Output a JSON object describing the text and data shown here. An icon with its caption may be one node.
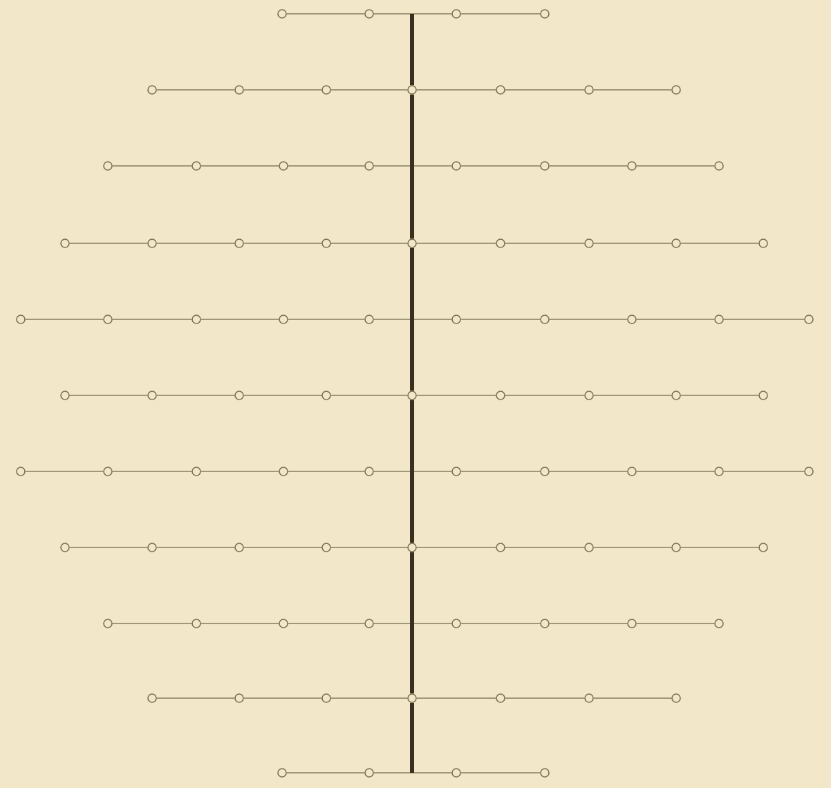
{
  "diagram": {
    "nodes": [
      {
        "text": [],
        "shape": "circle"
      },
      {
        "text": [],
        "shape": "circle"
      },
      {
        "text": [],
        "shape": "circle"
      },
      {
        "text": [],
        "shape": "circle"
      },
      {
        "text": [],
        "shape": "circle"
      },
      {
        "text": [],
        "shape": "circle"
      },
      {
        "text": [],
        "shape": "circle"
      },
      {
        "text": [],
        "shape": "circle"
      },
      {
        "text": [],
        "shape": "circle"
      },
      {
        "text": [],
        "shape": "circle"
      },
      {
        "text": [],
        "shape": "circle"
      },
      {
        "text": [],
        "shape": "circle"
      },
      {
        "text": [],
        "shape": "circle"
      },
      {
        "text": [],
        "shape": "circle"
      },
      {
        "text": [],
        "shape": "circle"
      },
      {
        "text": [],
        "shape": "circle"
      },
      {
        "text": [],
        "shape": "circle"
      },
      {
        "text": [],
        "shape": "circle"
      },
      {
        "text": [],
        "shape": "circle"
      },
      {
        "text": [],
        "shape": "circle"
      },
      {
        "text": [],
        "shape": "circle"
      },
      {
        "text": [],
        "shape": "circle"
      },
      {
        "text": [],
        "shape": "circle"
      },
      {
        "text": [],
        "shape": "circle"
      },
      {
        "text": [],
        "shape": "circle"
      },
      {
        "text": [],
        "shape": "circle"
      },
      {
        "text": [],
        "shape": "circle"
      },
      {
        "text": [],
        "shape": "circle"
      },
      {
        "text": [],
        "shape": "circle"
      },
      {
        "text": [],
        "shape": "circle"
      },
      {
        "text": [],
        "shape": "circle"
      },
      {
        "text": [],
        "shape": "circle"
      },
      {
        "text": [],
        "shape": "circle"
      },
      {
        "text": [],
        "shape": "circle"
      },
      {
        "text": [],
        "shape": "circle"
      },
      {
        "text": [],
        "shape": "circle"
      },
      {
        "text": [],
        "shape": "circle"
      },
      {
        "text": [],
        "shape": "circle"
      },
      {
        "text": [],
        "shape": "circle"
      },
      {
        "text": [],
        "shape": "circle"
      },
      {
        "text": [],
        "shape": "circle"
      },
      {
        "text": [],
        "shape": "circle"
      },
      {
        "text": [],
        "shape": "circle"
      },
      {
        "text": [],
        "shape": "circle"
      },
      {
        "text": [],
        "shape": "circle"
      },
      {
        "text": [],
        "shape": "circle"
      },
      {
        "text": [],
        "shape": "circle"
      },
      {
        "text": [],
        "shape": "circle"
      },
      {
        "text": [],
        "shape": "circle"
      },
      {
        "text": [],
        "shape": "circle"
      },
      {
        "text": [],
        "shape": "circle"
      },
      {
        "text": [],
        "shape": "circle"
      },
      {
        "text": [],
        "shape": "circle"
      },
      {
        "text": [],
        "shape": "circle"
      },
      {
        "text": [],
        "shape": "circle"
      },
      {
        "text": [],
        "shape": "circle"
      },
      {
        "text": [],
        "shape": "circle"
      },
      {
        "text": [],
        "shape": "circle"
      },
      {
        "text": [],
        "shape": "circle"
      },
      {
        "text": [],
        "shape": "circle"
      },
      {
        "text": [],
        "shape": "circle"
      },
      {
        "text": [],
        "shape": "circle"
      },
      {
        "text": [],
        "shape": "circle"
      },
      {
        "text": [],
        "shape": "circle"
      },
      {
        "text": [],
        "shape": "circle"
      },
      {
        "text": [],
        "shape": "circle"
      },
      {
        "text": [],
        "shape": "circle"
      },
      {
        "text": [],
        "shape": "circle"
      },
      {
        "text": [],
        "shape": "circle"
      },
      {
        "text": [],
        "shape": "circle"
      },
      {
        "text": [],
        "shape": "circle"
      },
      {
        "text": [],
        "shape": "circle"
      },
      {
        "text": [],
        "shape": "circle"
      },
      {
        "text": [],
        "shape": "circle"
      },
      {
        "text": [],
        "shape": "circle"
      },
      {
        "text": [],
        "shape": "circle"
      },
      {
        "text": [],
        "shape": "circle"
      },
      {
        "text": [],
        "shape": "circle"
      },
      {
        "text": [],
        "shape": "circle"
      },
      {
        "text": [],
        "shape": "circle"
      },
      {
        "text": [],
        "shape": "circle"
      },
      {
        "text": [],
        "shape": "circle"
      },
      {
        "text": [],
        "shape": "circle"
      },
      {
        "text": [],
        "shape": "circle"
      },
      {
        "text": [],
        "shape": "circle"
      }
    ],
    "edges": [
      {
        "from": 0,
        "to": 1,
        "arrow": "none"
      },
      {
        "from": 1,
        "to": 2,
        "arrow": "none"
      },
      {
        "from": 2,
        "to": 3,
        "arrow": "none"
      },
      {
        "from": 4,
        "to": 5,
        "arrow": "none"
      },
      {
        "from": 5,
        "to": 6,
        "arrow": "none"
      },
      {
        "from": 6,
        "to": 7,
        "arrow": "none"
      },
      {
        "from": 7,
        "to": 8,
        "arrow": "none"
      },
      {
        "from": 8,
        "to": 9,
        "arrow": "none"
      },
      {
        "from": 9,
        "to": 10,
        "arrow": "none"
      },
      {
        "from": 11,
        "to": 12,
        "arrow": "none"
      },
      {
        "from": 12,
        "to": 13,
        "arrow": "none"
      },
      {
        "from": 13,
        "to": 14,
        "arrow": "none"
      },
      {
        "from": 14,
        "to": 15,
        "arrow": "none"
      },
      {
        "from": 15,
        "to": 16,
        "arrow": "none"
      },
      {
        "from": 16,
        "to": 17,
        "arrow": "none"
      },
      {
        "from": 17,
        "to": 18,
        "arrow": "none"
      },
      {
        "from": 19,
        "to": 20,
        "arrow": "none"
      },
      {
        "from": 20,
        "to": 21,
        "arrow": "none"
      },
      {
        "from": 21,
        "to": 22,
        "arrow": "none"
      },
      {
        "from": 22,
        "to": 23,
        "arrow": "none"
      },
      {
        "from": 23,
        "to": 24,
        "arrow": "none"
      },
      {
        "from": 24,
        "to": 25,
        "arrow": "none"
      },
      {
        "from": 25,
        "to": 26,
        "arrow": "none"
      },
      {
        "from": 26,
        "to": 27,
        "arrow": "none"
      },
      {
        "from": 28,
        "to": 29,
        "arrow": "none"
      },
      {
        "from": 29,
        "to": 30,
        "arrow": "none"
      },
      {
        "from": 30,
        "to": 31,
        "arrow": "none"
      },
      {
        "from": 31,
        "to": 32,
        "arrow": "none"
      },
      {
        "from": 32,
        "to": 33,
        "arrow": "none"
      },
      {
        "from": 33,
        "to": 34,
        "arrow": "none"
      },
      {
        "from": 34,
        "to": 35,
        "arrow": "none"
      },
      {
        "from": 35,
        "to": 36,
        "arrow": "none"
      },
      {
        "from": 36,
        "to": 37,
        "arrow": "none"
      },
      {
        "from": 38,
        "to": 39,
        "arrow": "none"
      },
      {
        "from": 39,
        "to": 40,
        "arrow": "none"
      },
      {
        "from": 40,
        "to": 41,
        "arrow": "none"
      },
      {
        "from": 41,
        "to": 42,
        "arrow": "none"
      },
      {
        "from": 42,
        "to": 43,
        "arrow": "none"
      },
      {
        "from": 43,
        "to": 44,
        "arrow": "none"
      },
      {
        "from": 44,
        "to": 45,
        "arrow": "none"
      },
      {
        "from": 45,
        "to": 46,
        "arrow": "none"
      },
      {
        "from": 47,
        "to": 48,
        "arrow": "none"
      },
      {
        "from": 48,
        "to": 49,
        "arrow": "none"
      },
      {
        "from": 49,
        "to": 50,
        "arrow": "none"
      },
      {
        "from": 50,
        "to": 51,
        "arrow": "none"
      },
      {
        "from": 51,
        "to": 52,
        "arrow": "none"
      },
      {
        "from": 52,
        "to": 53,
        "arrow": "none"
      },
      {
        "from": 53,
        "to": 54,
        "arrow": "none"
      },
      {
        "from": 54,
        "to": 55,
        "arrow": "none"
      },
      {
        "from": 55,
        "to": 56,
        "arrow": "none"
      },
      {
        "from": 57,
        "to": 58,
        "arrow": "none"
      },
      {
        "from": 58,
        "to": 59,
        "arrow": "none"
      },
      {
        "from": 59,
        "to": 60,
        "arrow": "none"
      },
      {
        "from": 60,
        "to": 61,
        "arrow": "none"
      },
      {
        "from": 61,
        "to": 62,
        "arrow": "none"
      },
      {
        "from": 62,
        "to": 63,
        "arrow": "none"
      },
      {
        "from": 63,
        "to": 64,
        "arrow": "none"
      },
      {
        "from": 64,
        "to": 65,
        "arrow": "none"
      },
      {
        "from": 66,
        "to": 67,
        "arrow": "none"
      },
      {
        "from": 67,
        "to": 68,
        "arrow": "none"
      },
      {
        "from": 68,
        "to": 69,
        "arrow": "none"
      },
      {
        "from": 69,
        "to": 70,
        "arrow": "none"
      },
      {
        "from": 70,
        "to": 71,
        "arrow": "none"
      },
      {
        "from": 71,
        "to": 72,
        "arrow": "none"
      },
      {
        "from": 72,
        "to": 73,
        "arrow": "none"
      },
      {
        "from": 74,
        "to": 75,
        "arrow": "none"
      },
      {
        "from": 75,
        "to": 76,
        "arrow": "none"
      },
      {
        "from": 76,
        "to": 77,
        "arrow": "none"
      },
      {
        "from": 77,
        "to": 78,
        "arrow": "none"
      },
      {
        "from": 78,
        "to": 79,
        "arrow": "none"
      },
      {
        "from": 79,
        "to": 80,
        "arrow": "none"
      },
      {
        "from": 81,
        "to": 82,
        "arrow": "none"
      },
      {
        "from": 82,
        "to": 83,
        "arrow": "none"
      },
      {
        "from": 83,
        "to": 84,
        "arrow": "none"
      },
      {
        "from": null,
        "to": 7,
        "arrow": "none",
        "style": "thick",
        "color": "#3a3020"
      },
      {
        "from": 7,
        "to": 23,
        "arrow": "none",
        "style": "thick",
        "color": "#3a3020"
      },
      {
        "from": 23,
        "to": 42,
        "arrow": "none",
        "style": "thick",
        "color": "#3a3020"
      },
      {
        "from": 42,
        "to": 61,
        "arrow": "none",
        "style": "thick",
        "color": "#3a3020"
      },
      {
        "from": 61,
        "to": 77,
        "arrow": "none",
        "style": "thick",
        "color": "#3a3020"
      },
      {
        "from": 77,
        "to": null,
        "arrow": "none",
        "style": "thick",
        "color": "#3a3020"
      }
    ]
  }
}
